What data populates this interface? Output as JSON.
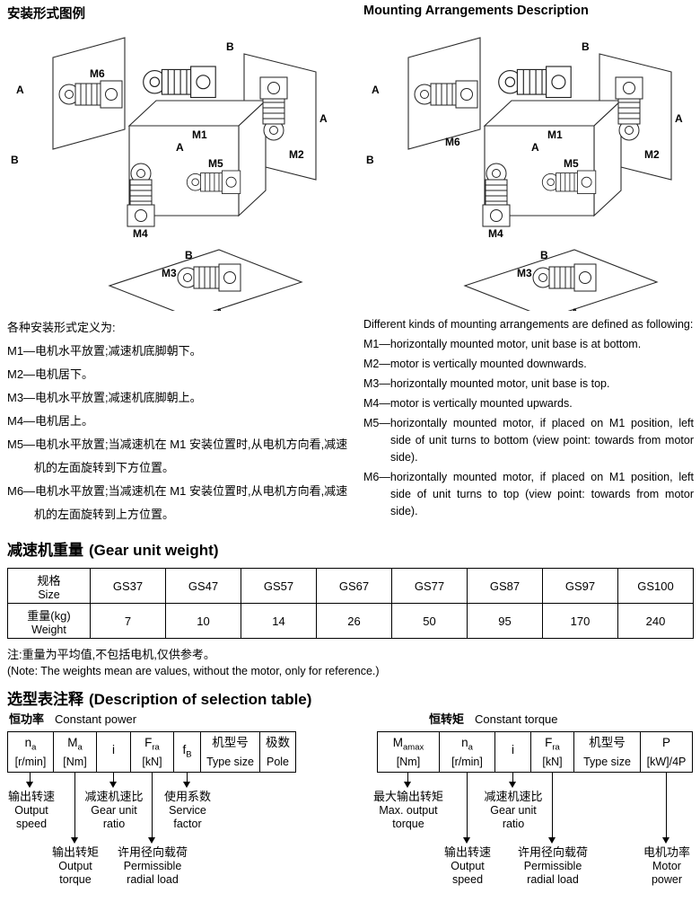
{
  "page": {
    "header_zh": "安装形式图例",
    "header_en": "Mounting Arrangements Description"
  },
  "diagram": {
    "labels": {
      "m1": "M1",
      "m2": "M2",
      "m3": "M3",
      "m4": "M4",
      "m5": "M5",
      "m6": "M6",
      "a": "A",
      "b": "B"
    }
  },
  "definitions": {
    "zh": {
      "intro": "各种安装形式定义为:",
      "items": [
        "M1—电机水平放置;减速机底脚朝下。",
        "M2—电机居下。",
        "M3—电机水平放置;减速机底脚朝上。",
        "M4—电机居上。",
        "M5—电机水平放置;当减速机在 M1 安装位置时,从电机方向看,减速机的左面旋转到下方位置。",
        "M6—电机水平放置;当减速机在 M1 安装位置时,从电机方向看,减速机的左面旋转到上方位置。"
      ]
    },
    "en": {
      "intro": "Different kinds of mounting arrangements are defined as following:",
      "items": [
        "M1—horizontally mounted motor, unit base is at bottom.",
        "M2—motor is vertically mounted downwards.",
        "M3—horizontally mounted motor, unit base is top.",
        "M4—motor is vertically mounted upwards.",
        "M5—horizontally mounted motor, if placed on M1 position, left side of unit turns to bottom (view point: towards from motor side).",
        "M6—horizontally mounted motor, if placed on M1 position, left side of unit turns to top (view point: towards from motor side)."
      ]
    }
  },
  "weight_section": {
    "title_zh": "减速机重量",
    "title_en": "(Gear unit weight)",
    "row1_zh": "规格",
    "row1_en": "Size",
    "row2_zh": "重量(kg)",
    "row2_en": "Weight",
    "sizes": [
      "GS37",
      "GS47",
      "GS57",
      "GS67",
      "GS77",
      "GS87",
      "GS97",
      "GS100"
    ],
    "weights": [
      "7",
      "10",
      "14",
      "26",
      "50",
      "95",
      "170",
      "240"
    ],
    "note_zh": "注:重量为平均值,不包括电机,仅供参考。",
    "note_en": "(Note: The weights mean are values, without the motor, only for reference.)"
  },
  "selection": {
    "title_zh": "选型表注释",
    "title_en": "(Description of selection table)",
    "left": {
      "subtitle_zh": "恒功率",
      "subtitle_en": "Constant power",
      "columns": [
        {
          "main": "n",
          "sub": "a",
          "line2": "[r/min]"
        },
        {
          "main": "M",
          "sub": "a",
          "line2": "[Nm]"
        },
        {
          "main": "i",
          "sub": "",
          "line2": ""
        },
        {
          "main": "F",
          "sub": "ra",
          "line2": "[kN]"
        },
        {
          "main": "f",
          "sub": "B",
          "line2": ""
        },
        {
          "main": "机型号",
          "sub": "",
          "line2": "Type size"
        },
        {
          "main": "极数",
          "sub": "",
          "line2": "Pole"
        }
      ],
      "callouts": [
        {
          "zh": "输出转速",
          "en1": "Output",
          "en2": "speed"
        },
        {
          "zh": "减速机速比",
          "en1": "Gear unit",
          "en2": "ratio"
        },
        {
          "zh": "使用系数",
          "en1": "Service",
          "en2": "factor"
        },
        {
          "zh": "输出转矩",
          "en1": "Output",
          "en2": "torque"
        },
        {
          "zh": "许用径向载荷",
          "en1": "Permissible",
          "en2": "radial load"
        }
      ]
    },
    "right": {
      "subtitle_zh": "恒转矩",
      "subtitle_en": "Constant torque",
      "columns": [
        {
          "main": "M",
          "sub": "amax",
          "line2": "[Nm]"
        },
        {
          "main": "n",
          "sub": "a",
          "line2": "[r/min]"
        },
        {
          "main": "i",
          "sub": "",
          "line2": ""
        },
        {
          "main": "F",
          "sub": "ra",
          "line2": "[kN]"
        },
        {
          "main": "机型号",
          "sub": "",
          "line2": "Type size"
        },
        {
          "main": "P",
          "sub": "",
          "line2": "[kW]/4P"
        }
      ],
      "callouts": [
        {
          "zh": "最大输出转矩",
          "en1": "Max. output",
          "en2": "torque"
        },
        {
          "zh": "减速机速比",
          "en1": "Gear unit",
          "en2": "ratio"
        },
        {
          "zh": "输出转速",
          "en1": "Output",
          "en2": "speed"
        },
        {
          "zh": "许用径向载荷",
          "en1": "Permissible",
          "en2": "radial load"
        },
        {
          "zh": "电机功率",
          "en1": "Motor",
          "en2": "power"
        }
      ]
    }
  }
}
